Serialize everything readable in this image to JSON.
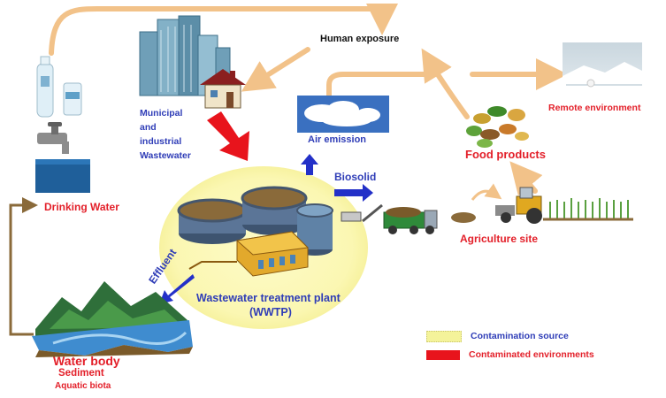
{
  "labels": {
    "human_exposure": "Human exposure",
    "municipal": [
      "Municipal",
      "and",
      "industrial",
      "Wastewater"
    ],
    "remote_environment": "Remote environment",
    "air_emission": "Air emission",
    "food_products": "Food products",
    "biosolid": "Biosolid",
    "drinking_water": "Drinking Water",
    "agriculture_site": "Agriculture site",
    "effluent": "Effluent",
    "wwtp": [
      "Wastewater treatment plant",
      "(WWTP)"
    ],
    "water_body": "Water body",
    "sediment": "Sediment",
    "aquatic_biota": "Aquatic biota"
  },
  "legend": [
    {
      "label": "Contamination source",
      "color": "#f4f39a"
    },
    {
      "label": "Contaminated environments",
      "color": "#e8141c"
    }
  ],
  "colors": {
    "flow_arrow": "#f2c289",
    "label_blue": "#2f3db7",
    "label_red": "#e3202a",
    "source_halo": "#fbf8b8",
    "highlight_arrow": "#e8141c",
    "blue_arrow": "#2330c8"
  },
  "icons": [
    "water-bottle-icon",
    "faucet-icon",
    "city-buildings-icon",
    "house-icon",
    "cloud-icon",
    "ice-landscape-icon",
    "food-items-icon",
    "treatment-tanks-icon",
    "truck-icon",
    "tractor-icon",
    "crops-icon",
    "river-mountain-icon"
  ]
}
